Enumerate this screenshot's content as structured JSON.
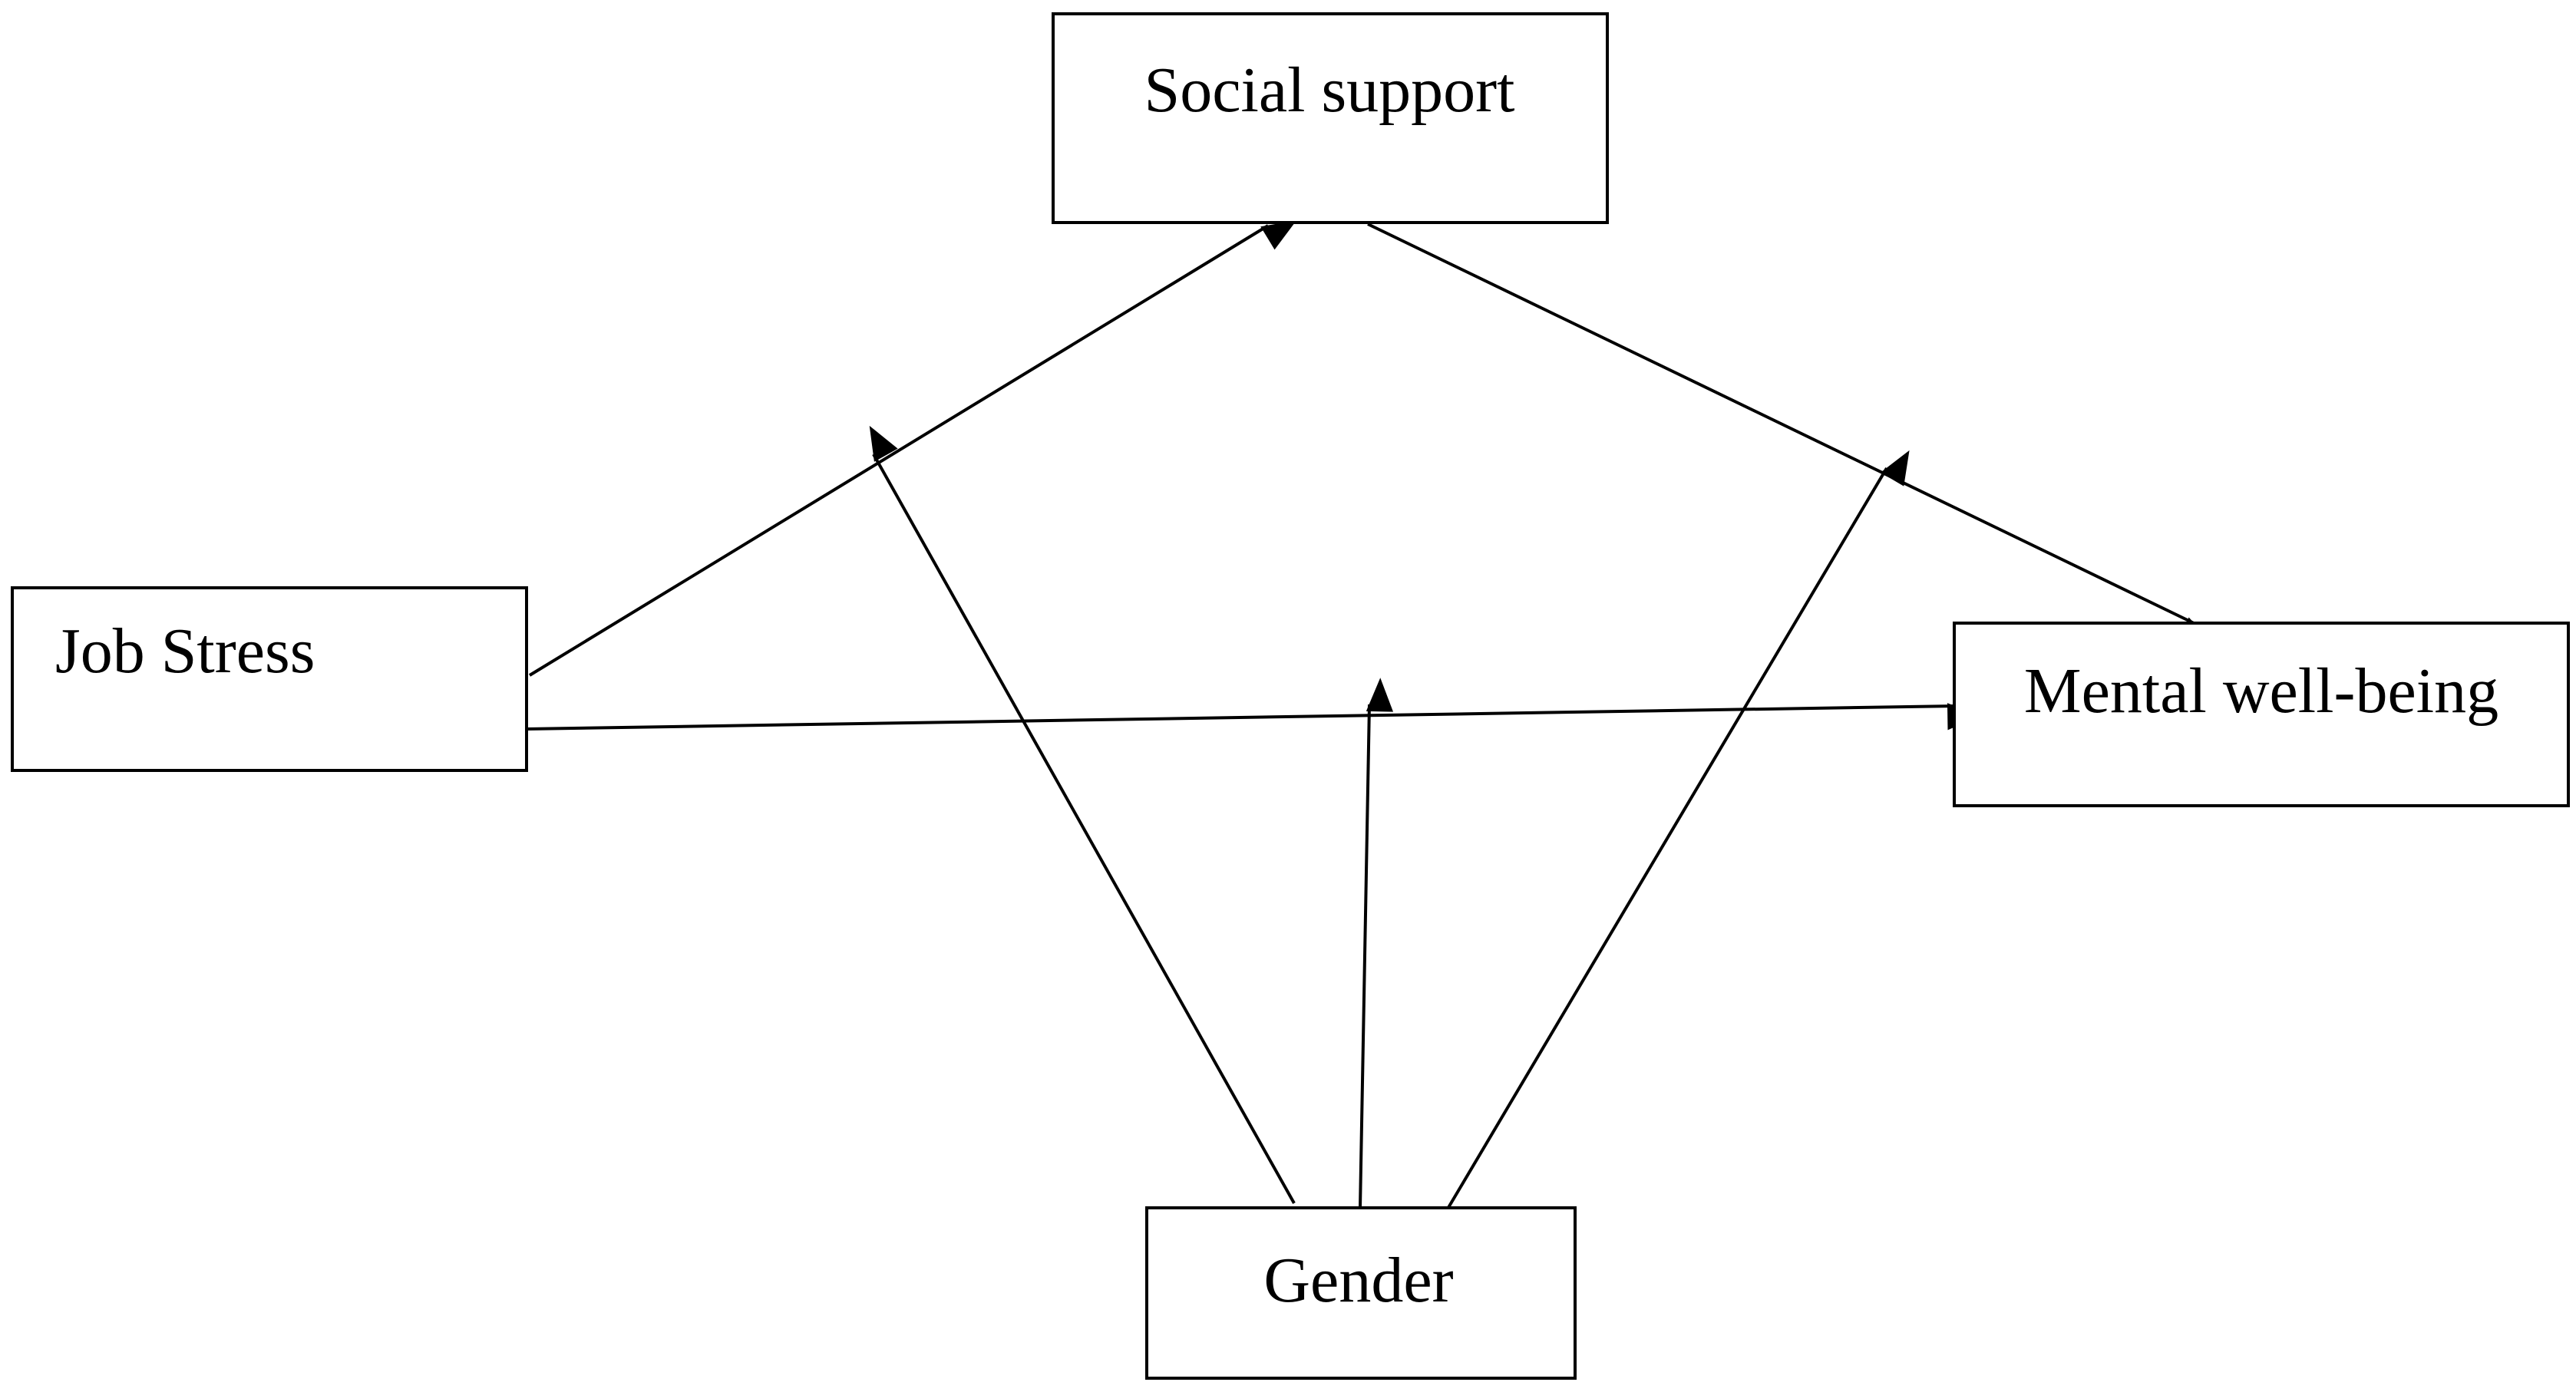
{
  "nodes": {
    "social_support": "Social support",
    "job_stress": "Job Stress",
    "mental_wellbeing": "Mental well-being",
    "gender": "Gender"
  },
  "edges": [
    {
      "from": "Job Stress",
      "to": "Social support"
    },
    {
      "from": "Social support",
      "to": "Mental well-being"
    },
    {
      "from": "Job Stress",
      "to": "Mental well-being"
    },
    {
      "from": "Gender",
      "to": "Job Stress → Social support",
      "type": "moderation"
    },
    {
      "from": "Gender",
      "to": "Job Stress → Mental well-being",
      "type": "moderation"
    },
    {
      "from": "Gender",
      "to": "Social support → Mental well-being",
      "type": "moderation"
    }
  ]
}
